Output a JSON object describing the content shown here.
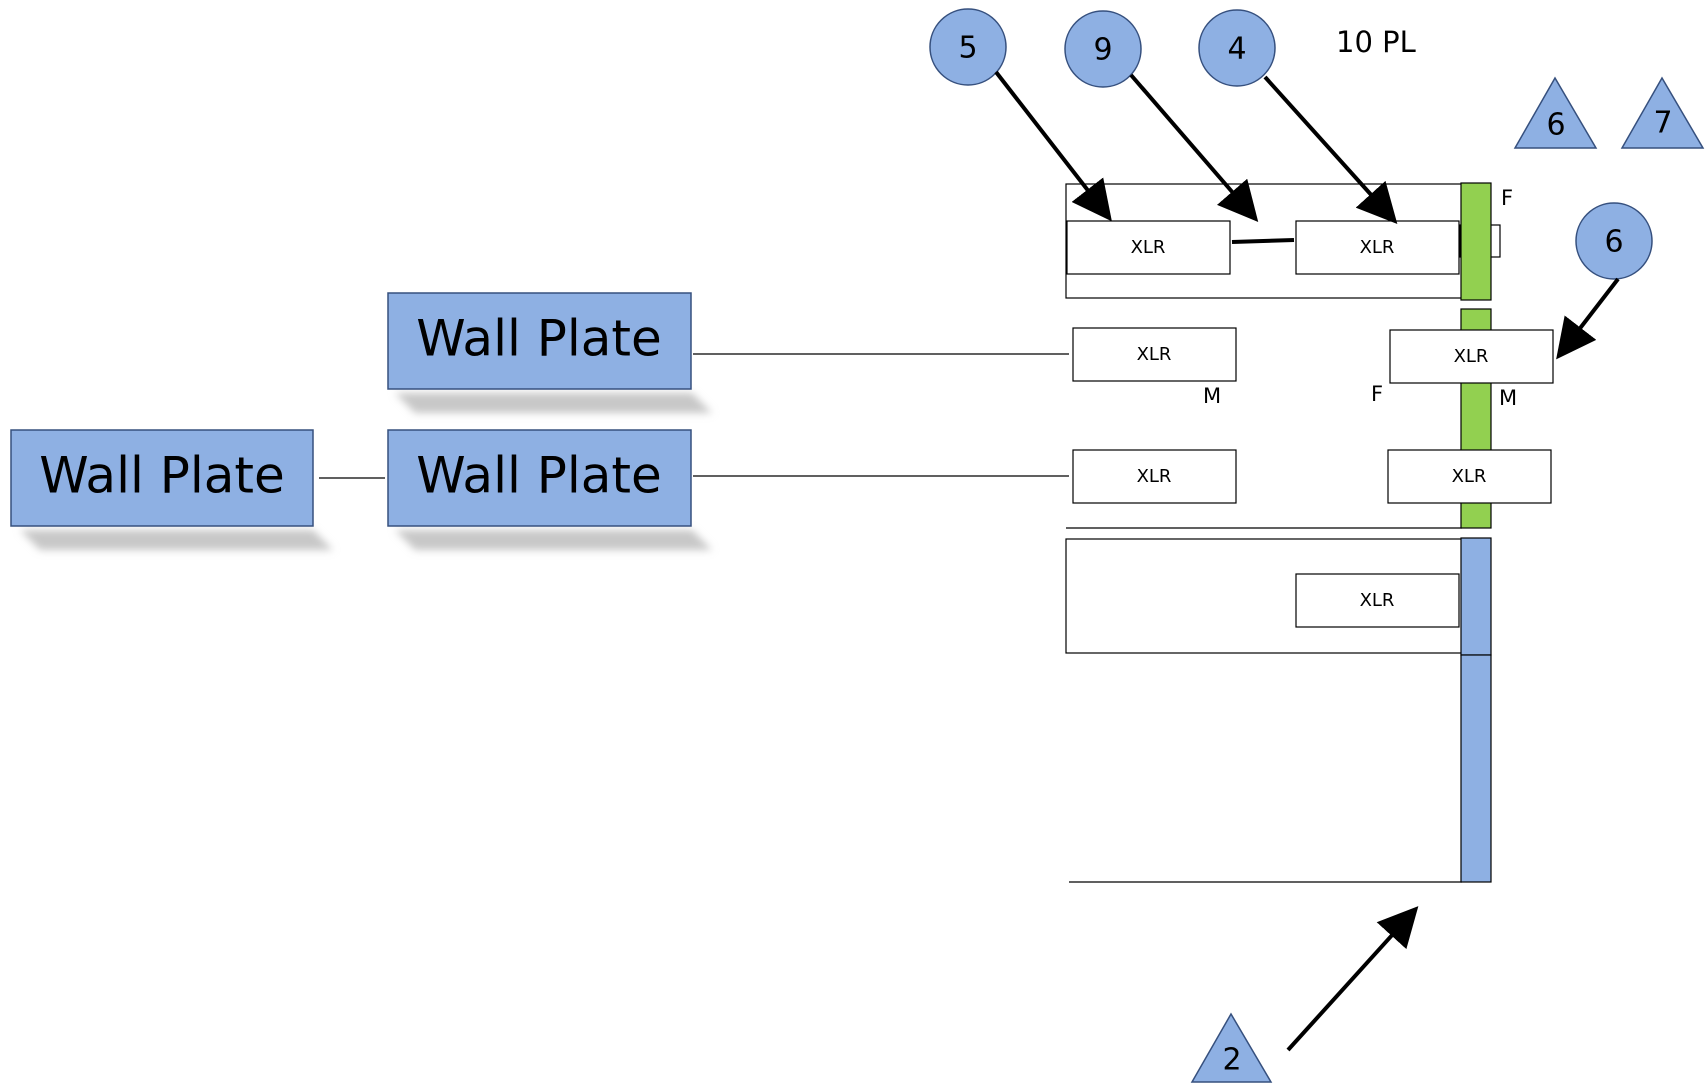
{
  "colors": {
    "blue_fill": "#8eb0e3",
    "blue_stroke": "#36507e",
    "green_fill": "#92d050",
    "line": "#000000",
    "shadow": "#c8c8c8"
  },
  "title": "10 PL",
  "wall_plates": [
    {
      "label": "Wall Plate"
    },
    {
      "label": "Wall Plate"
    },
    {
      "label": "Wall Plate"
    }
  ],
  "xlr_boxes": [
    {
      "label": "XLR"
    },
    {
      "label": "XLR"
    },
    {
      "label": "XLR"
    },
    {
      "label": "XLR"
    },
    {
      "label": "XLR"
    },
    {
      "label": "XLR"
    },
    {
      "label": "XLR"
    }
  ],
  "gender_labels": [
    {
      "text": "F"
    },
    {
      "text": "M"
    },
    {
      "text": "F"
    },
    {
      "text": "M"
    }
  ],
  "circle_callouts": [
    {
      "number": "5"
    },
    {
      "number": "9"
    },
    {
      "number": "4"
    },
    {
      "number": "6"
    }
  ],
  "triangle_callouts": [
    {
      "number": "6"
    },
    {
      "number": "7"
    },
    {
      "number": "2"
    }
  ]
}
